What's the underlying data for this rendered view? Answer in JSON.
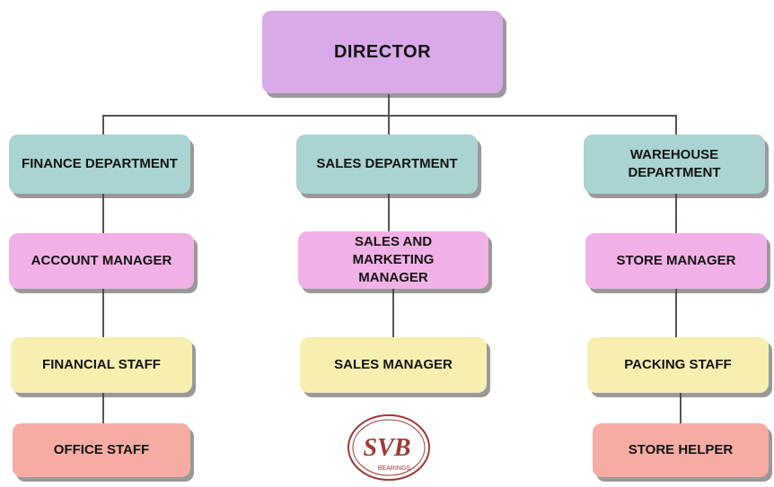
{
  "colors": {
    "director": "#d9a9e9",
    "department": "#a9d4d2",
    "manager": "#f2b1e6",
    "staff": "#f7efb0",
    "helper": "#f6aba3",
    "connector": "#555555",
    "logo": "#a03a36"
  },
  "director": {
    "label": "DIRECTOR"
  },
  "departments": [
    {
      "label": "FINANCE DEPARTMENT"
    },
    {
      "label": "SALES DEPARTMENT"
    },
    {
      "label": "WAREHOUSE DEPARTMENT"
    }
  ],
  "managers": [
    {
      "label": "ACCOUNT MANAGER"
    },
    {
      "label": "SALES AND MARKETING MANAGER"
    },
    {
      "label": "STORE MANAGER"
    }
  ],
  "staff": [
    {
      "label": "FINANCIAL STAFF"
    },
    {
      "label": "SALES MANAGER"
    },
    {
      "label": "PACKING STAFF"
    }
  ],
  "helpers": [
    {
      "label": "OFFICE STAFF"
    },
    {
      "label": "STORE HELPER"
    }
  ],
  "logo": {
    "letters": "SVB",
    "subtitle": "BEARINGS"
  }
}
